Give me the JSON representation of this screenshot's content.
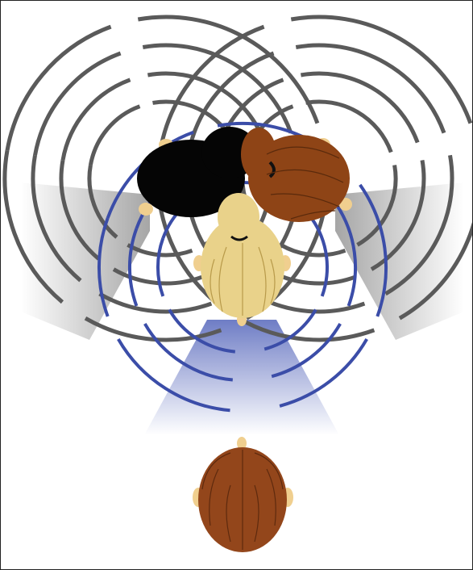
{
  "figure": {
    "background": "#ffffff",
    "border_color": "#222222",
    "colors": {
      "gray_waves": "#5a5a5a",
      "blue_waves": "#3b4da8",
      "blue_cone": "#5566bb",
      "gray_cone": "#888888",
      "hair_black": "#050505",
      "hair_auburn": "#8e4416",
      "hair_blonde": "#e9d28a",
      "hair_brown": "#93461b",
      "skin": "#f0cf8f"
    },
    "heads": [
      {
        "id": "speaker-left",
        "hair": "black",
        "facing": "left"
      },
      {
        "id": "speaker-right",
        "hair": "auburn",
        "facing": "right"
      },
      {
        "id": "speaker-front",
        "hair": "blonde",
        "facing": "down"
      },
      {
        "id": "listener",
        "hair": "brown",
        "facing": "up"
      }
    ],
    "sound_wave_sets": [
      {
        "source": "speaker-left",
        "color": "gray"
      },
      {
        "source": "speaker-right",
        "color": "gray"
      },
      {
        "source": "speaker-front",
        "color": "blue"
      }
    ]
  }
}
